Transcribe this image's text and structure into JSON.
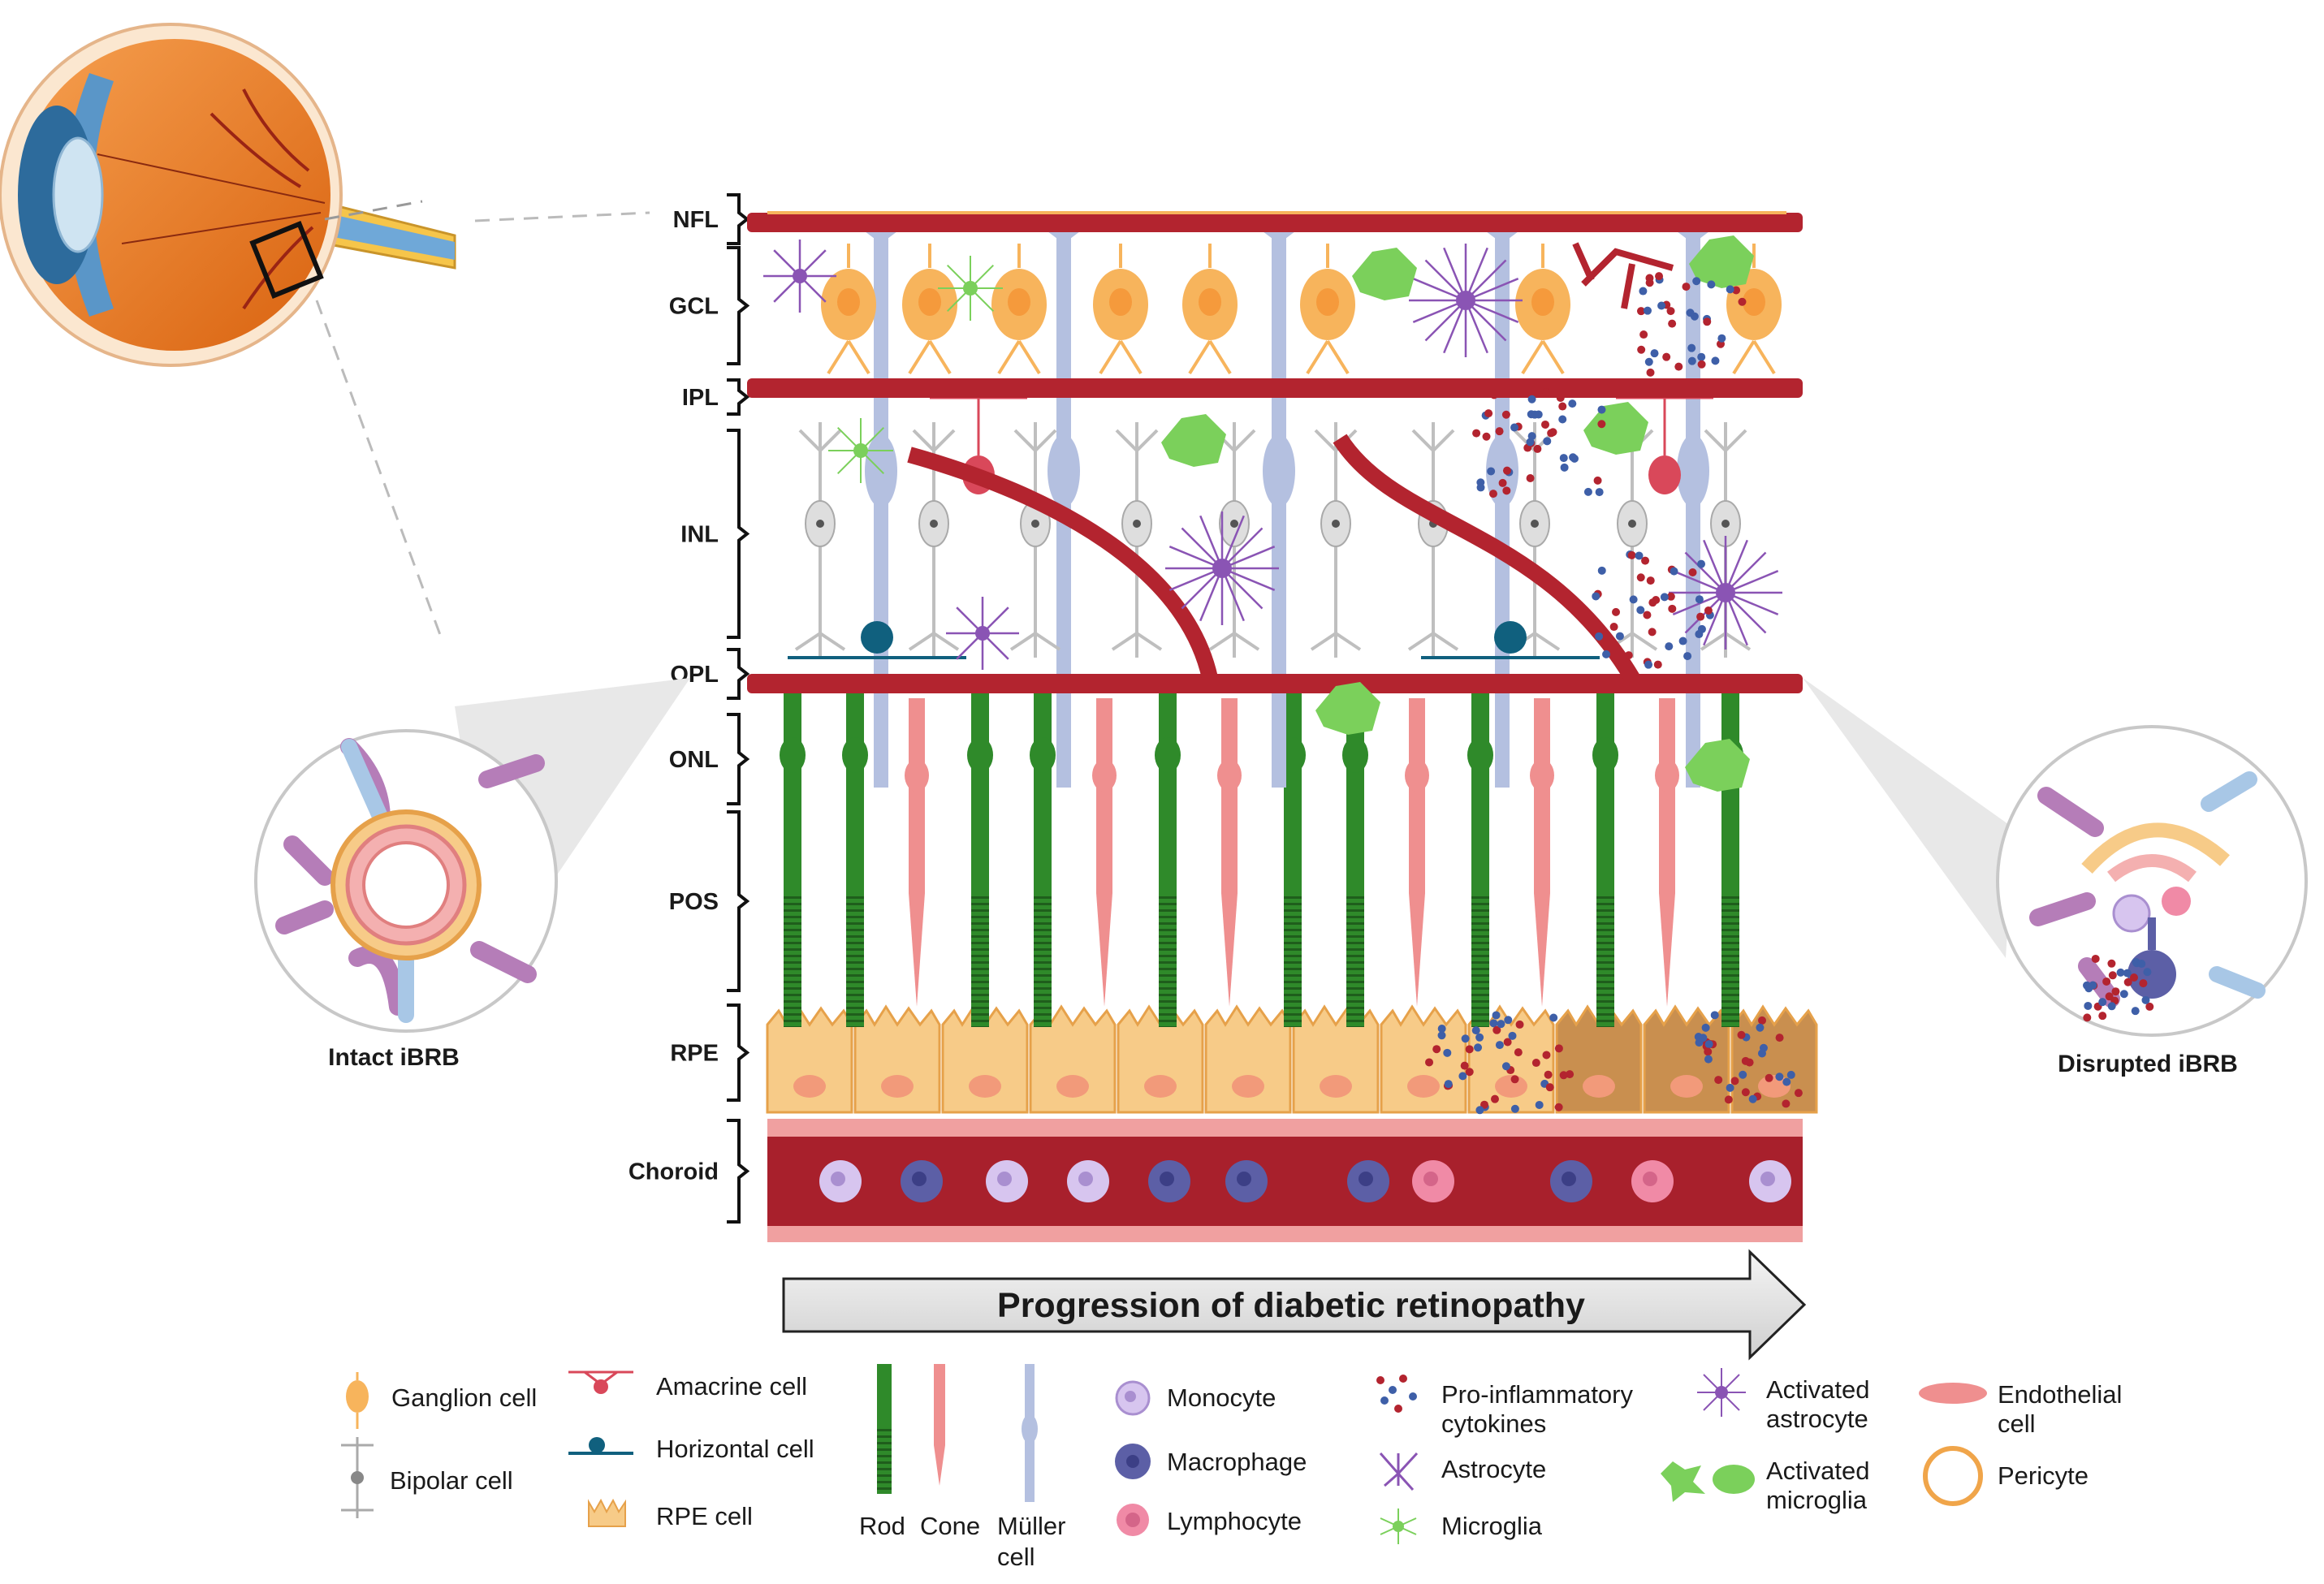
{
  "layers": [
    "NFL",
    "GCL",
    "IPL",
    "INL",
    "OPL",
    "ONL",
    "POS",
    "RPE",
    "Choroid"
  ],
  "progression_label": "Progression of diabetic retinopathy",
  "insets": {
    "left": "Intact iBRB",
    "right": "Disrupted iBRB"
  },
  "legend": {
    "ganglion": "Ganglion cell",
    "bipolar": "Bipolar cell",
    "amacrine": "Amacrine cell",
    "horizontal": "Horizontal cell",
    "rpe": "RPE cell",
    "rod": "Rod",
    "cone": "Cone",
    "muller_1": "Müller",
    "muller_2": "cell",
    "monocyte": "Monocyte",
    "macrophage": "Macrophage",
    "lymphocyte": "Lymphocyte",
    "cytokines_1": "Pro-inflammatory",
    "cytokines_2": "cytokines",
    "astrocyte": "Astrocyte",
    "microglia": "Microglia",
    "act_astro_1": "Activated",
    "act_astro_2": "astrocyte",
    "act_micro_1": "Activated",
    "act_micro_2": "microglia",
    "endo_1": "Endothelial",
    "endo_2": "cell",
    "pericyte": "Pericyte"
  },
  "colors": {
    "vessel": "#b3242f",
    "ganglion": "#f7b45c",
    "rod": "#2f8a2a",
    "cone": "#ef8f8f",
    "muller": "#b4c0e0",
    "bipolar": "#bfbfbf",
    "rpe": "#f7cb88",
    "microglia": "#7bd05b",
    "astrocyte": "#8a54b4",
    "horizontal": "#10607e",
    "macrophage": "#5c5fa6",
    "monocyte": "#d7c5ef",
    "lymphocyte": "#f08aa6",
    "eye": "#f07f22"
  }
}
